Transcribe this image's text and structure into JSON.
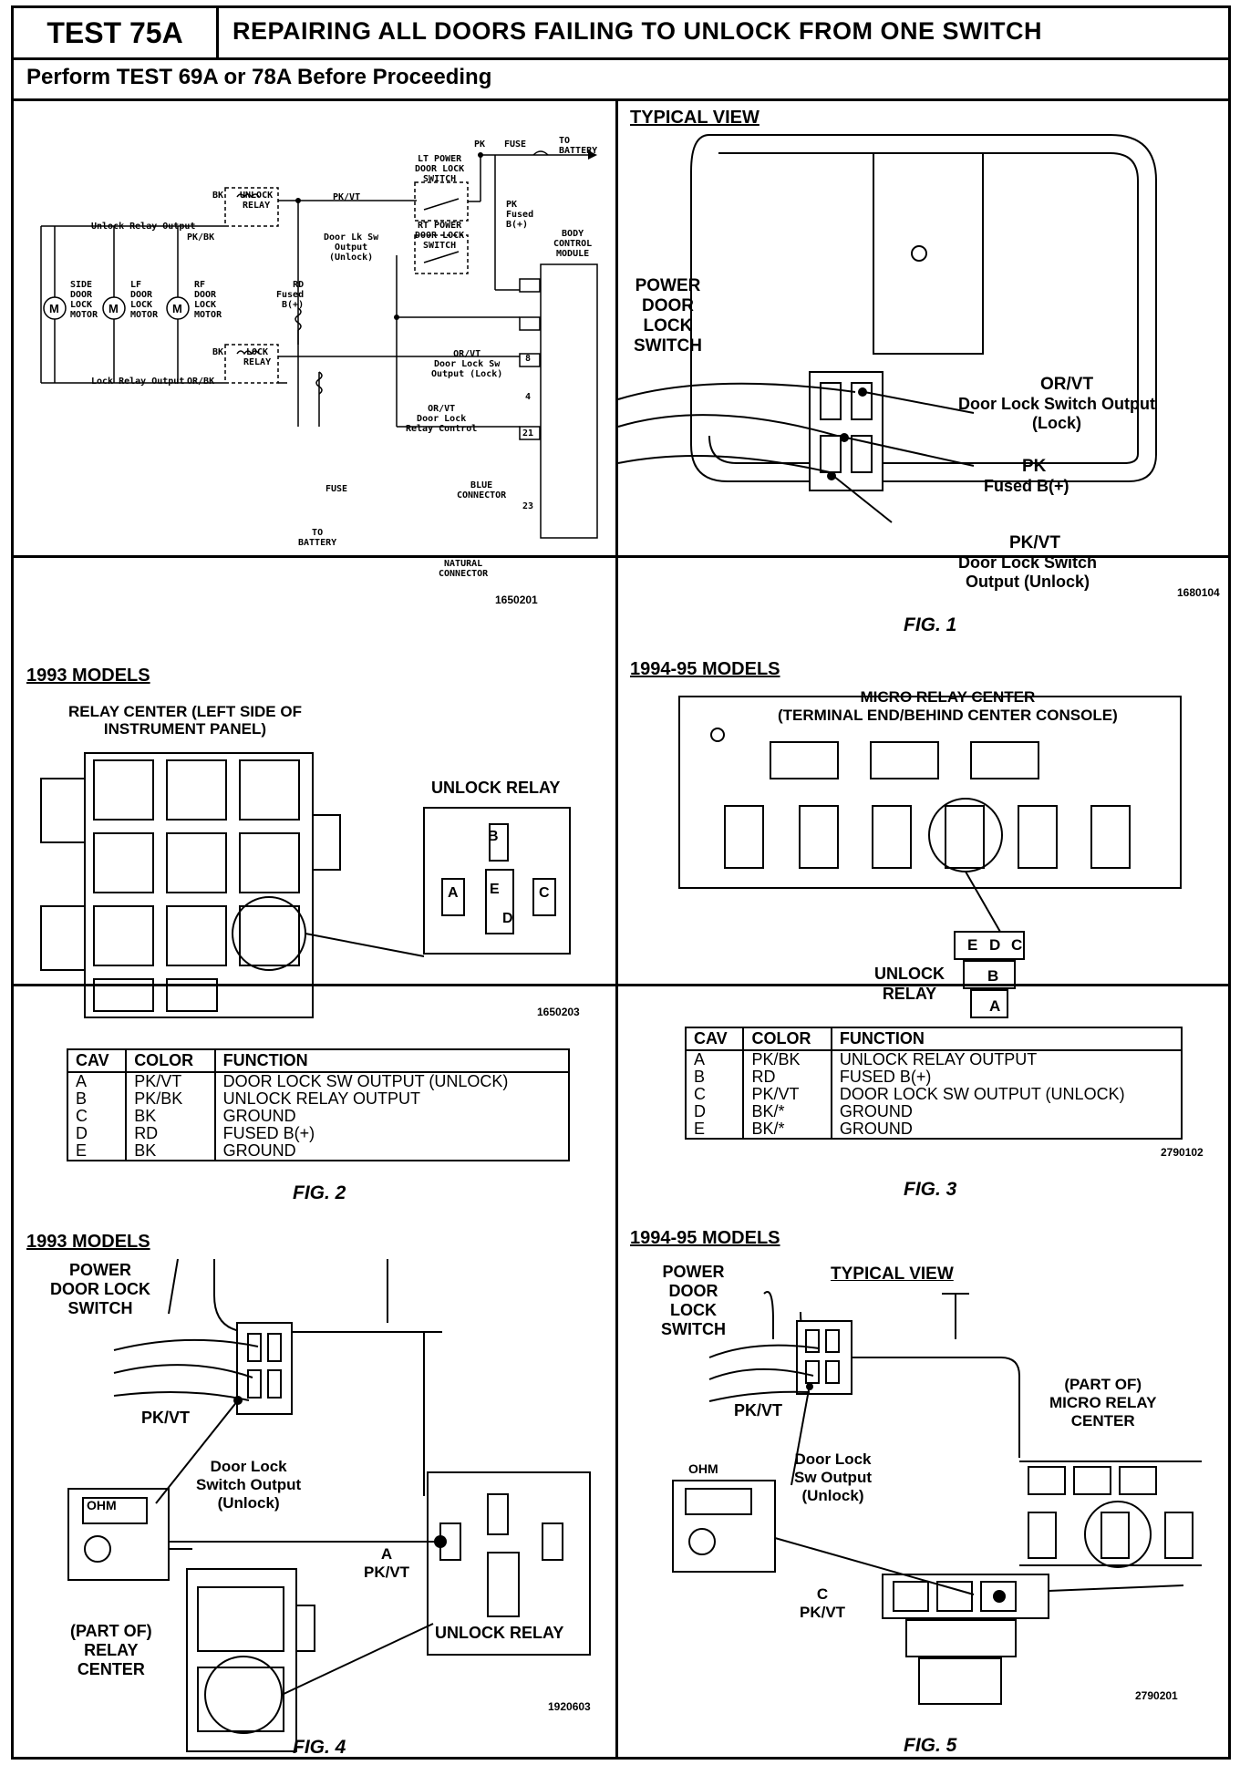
{
  "header": {
    "test_id": "TEST 75A",
    "title": "REPAIRING ALL DOORS FAILING TO UNLOCK FROM ONE SWITCH",
    "subtitle": "Perform TEST 69A or 78A Before Proceeding"
  },
  "schematic": {
    "unlock_relay": "UNLOCK\nRELAY",
    "lock_relay": "LOCK\nRELAY",
    "pk_vt": "PK/VT",
    "pk_bk": "PK/BK",
    "or_bk": "OR/BK",
    "bk": "BK",
    "pk": "PK",
    "fuse": "FUSE",
    "to_battery": "TO\nBATTERY",
    "unlock_relay_output": "Unlock Relay Output",
    "lock_relay_output": "Lock Relay Output",
    "side_motor": "SIDE\nDOOR\nLOCK\nMOTOR",
    "lf_motor": "LF\nDOOR\nLOCK\nMOTOR",
    "rf_motor": "RF\nDOOR\nLOCK\nMOTOR",
    "lt_switch": "LT POWER\nDOOR LOCK\nSWITCH",
    "rt_switch": "RT POWER\nDOOR LOCK\nSWITCH",
    "door_lk_sw_output": "Door Lk Sw\nOutput\n(Unlock)",
    "rd_fused": "RD\nFused\nB(+)",
    "pk_fused": "PK\nFused\nB(+)",
    "or_vt_lock": "OR/VT\nDoor Lock Sw\nOutput (Lock)",
    "or_vt_relay": "OR/VT\nDoor Lock\nRelay Control",
    "bcm": "BODY\nCONTROL\nMODULE",
    "blue_connector": "BLUE\nCONNECTOR",
    "natural_connector": "NATURAL\nCONNECTOR",
    "pins": [
      "8",
      "4",
      "21",
      "23"
    ],
    "part_no": "1650201"
  },
  "fig1": {
    "heading": "TYPICAL VIEW",
    "switch_label": "POWER\nDOOR\nLOCK\nSWITCH",
    "callouts": [
      {
        "wire": "OR/VT",
        "desc": "Door Lock Switch Output\n(Lock)"
      },
      {
        "wire": "PK",
        "desc": "Fused B(+)"
      },
      {
        "wire": "PK/VT",
        "desc": "Door Lock Switch\nOutput (Unlock)"
      }
    ],
    "part_no": "1680104",
    "caption": "FIG. 1"
  },
  "fig2": {
    "heading": "1993 MODELS",
    "relay_center": "RELAY CENTER (LEFT SIDE OF\nINSTRUMENT PANEL)",
    "unlock_relay": "UNLOCK RELAY",
    "pins": [
      "A",
      "B",
      "C",
      "D",
      "E"
    ],
    "part_no": "1650203",
    "table_headers": [
      "CAV",
      "COLOR",
      "FUNCTION"
    ],
    "rows": [
      [
        "A",
        "PK/VT",
        "DOOR LOCK SW OUTPUT (UNLOCK)"
      ],
      [
        "B",
        "PK/BK",
        "UNLOCK RELAY OUTPUT"
      ],
      [
        "C",
        "BK",
        "GROUND"
      ],
      [
        "D",
        "RD",
        "FUSED B(+)"
      ],
      [
        "E",
        "BK",
        "GROUND"
      ]
    ],
    "caption": "FIG. 2"
  },
  "fig3": {
    "heading": "1994-95 MODELS",
    "micro_relay": "MICRO RELAY CENTER\n(TERMINAL END/BEHIND CENTER CONSOLE)",
    "unlock_relay": "UNLOCK\nRELAY",
    "pins": [
      "E",
      "D",
      "C",
      "B",
      "A"
    ],
    "part_no": "2790102",
    "table_headers": [
      "CAV",
      "COLOR",
      "FUNCTION"
    ],
    "rows": [
      [
        "A",
        "PK/BK",
        "UNLOCK RELAY OUTPUT"
      ],
      [
        "B",
        "RD",
        "FUSED B(+)"
      ],
      [
        "C",
        "PK/VT",
        "DOOR LOCK SW OUTPUT (UNLOCK)"
      ],
      [
        "D",
        "BK/*",
        "GROUND"
      ],
      [
        "E",
        "BK/*",
        "GROUND"
      ]
    ],
    "caption": "FIG. 3"
  },
  "fig4": {
    "heading": "1993 MODELS",
    "switch_label": "POWER\nDOOR LOCK\nSWITCH",
    "wire": "PK/VT",
    "meter": "OHM",
    "door_lock_output": "Door Lock\nSwitch Output\n(Unlock)",
    "pin_a": "A\nPK/VT",
    "relay_center": "(PART OF)\nRELAY\nCENTER",
    "unlock_relay": "UNLOCK RELAY",
    "part_no": "1920603",
    "caption": "FIG. 4"
  },
  "fig5": {
    "heading": "1994-95 MODELS",
    "switch_label": "POWER\nDOOR\nLOCK\nSWITCH",
    "typical": "TYPICAL VIEW",
    "wire": "PK/VT",
    "meter": "OHM",
    "door_lock_output": "Door Lock\nSw Output\n(Unlock)",
    "micro_relay": "(PART OF)\nMICRO RELAY\nCENTER",
    "pin_c": "C\nPK/VT",
    "part_no": "2790201",
    "caption": "FIG. 5"
  }
}
